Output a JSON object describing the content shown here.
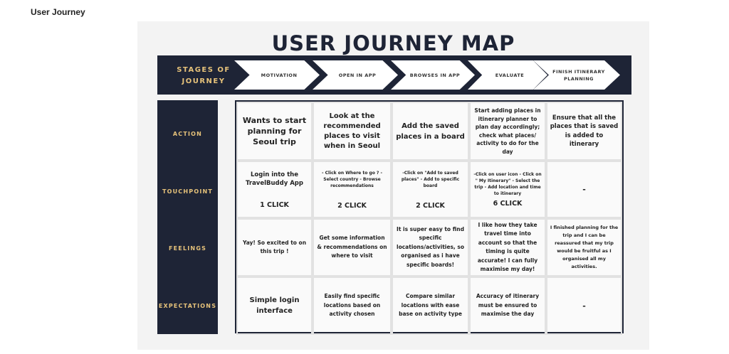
{
  "page_title": "User Journey",
  "map": {
    "title": "USER JOURNEY MAP",
    "stages_label": "STAGES OF JOURNEY",
    "stages": [
      "MOTIVATION",
      "OPEN IN APP",
      "BROWSES IN APP",
      "EVALUATE",
      "FINISH ITINERARY PLANNING"
    ],
    "rows": [
      "ACTION",
      "TOUCHPOINT",
      "FEELINGS",
      "EXPECTATIONS"
    ],
    "action": [
      "Wants to start planning for Seoul trip",
      "Look at the recommended places to visit when in Seoul",
      "Add the saved places in a board",
      "Start adding places in itinerary planner to plan day accordingly; check what places/ activity to do for the day",
      "Ensure that all the places that is saved is added to itinerary"
    ],
    "touchpoint": [
      {
        "text": "Login into the TravelBuddy App",
        "clicks": "1 CLICK"
      },
      {
        "text": "- Click on Where to go ? - Select country - Browse recommendations",
        "clicks": "2 CLICK"
      },
      {
        "text": "-Click on \"Add to saved places\" - Add to specific board",
        "clicks": "2 CLICK"
      },
      {
        "text": "-Click on user icon - Click on \" My Itinerary\" - Select the trip - Add location and time to itinerary",
        "clicks": "6 CLICK"
      },
      {
        "text": "-",
        "clicks": ""
      }
    ],
    "feelings": [
      "Yay! So excited to on this trip !",
      "Get some information & recommendations on where to visit",
      "It is super easy to find specific locations/activities, so organised as i have specific boards!",
      "I like how they take travel time into account so that the timing is quite accurate! I can fully maximise my day!",
      "I finished planning for the trip and I can be reassured that my trip would be fruitful as I organised all my activities."
    ],
    "expectations": [
      "Simple login interface",
      "Easily find specific locations based on activity chosen",
      "Compare similar locations with ease base on activity type",
      "Accuracy of itinerary must be ensured to maximise the day",
      "-"
    ]
  }
}
